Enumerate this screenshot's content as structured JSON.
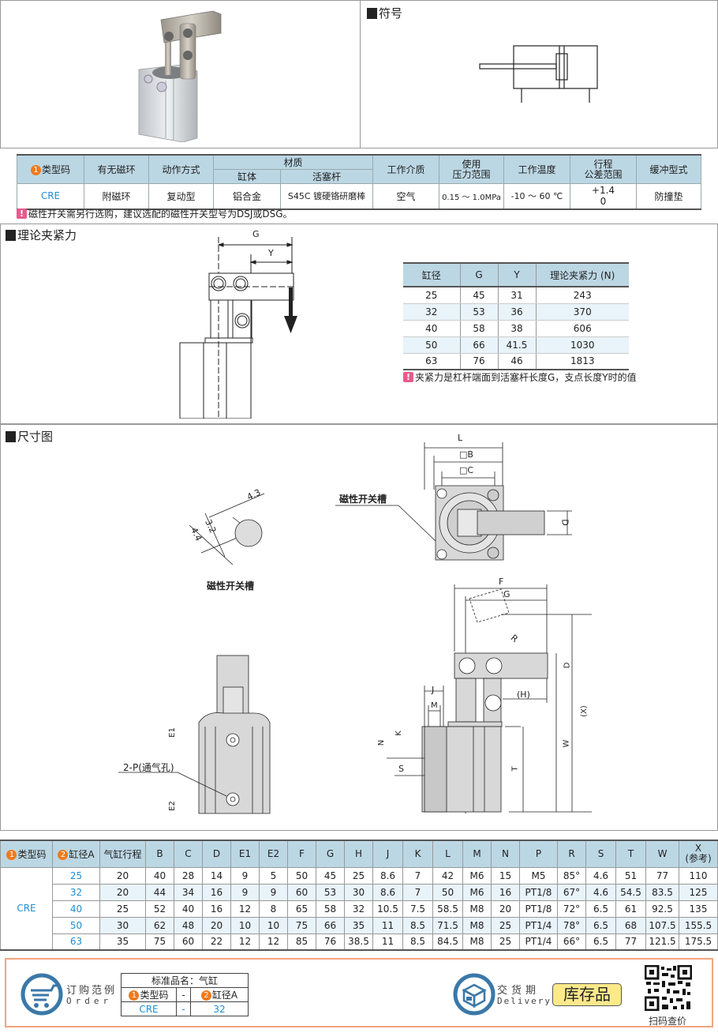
{
  "symbol_section": {
    "title": "符号"
  },
  "spec_table": {
    "headers": {
      "type_code": "类型码",
      "type_code_num": "1",
      "magnet": "有无磁环",
      "action": "动作方式",
      "material": "材质",
      "body": "缸体",
      "rod": "活塞杆",
      "medium": "工作介质",
      "pressure": "使用\n压力范围",
      "pressure_l1": "使用",
      "pressure_l2": "压力范围",
      "temp": "工作温度",
      "stroke_l1": "行程",
      "stroke_l2": "公差范围",
      "cushion": "缓冲型式"
    },
    "row": {
      "type_code": "CRE",
      "magnet": "附磁环",
      "action": "复动型",
      "body": "铝合金",
      "rod": "S45C 镀硬铬研磨棒",
      "medium": "空气",
      "pressure": "0.15 ～ 1.0MPa",
      "temp": "-10 ～ 60 ℃",
      "stroke_upper": "+1.4",
      "stroke_lower": "0",
      "cushion": "防撞垫"
    },
    "note": "磁性开关需另行选购，建议选配的磁性开关型号为DSJ或DSG。"
  },
  "force_section": {
    "title": "理论夹紧力",
    "diagram_labels": {
      "g": "G",
      "y": "Y"
    },
    "table": {
      "headers": [
        "缸径",
        "G",
        "Y",
        "理论夹紧力 (N)"
      ],
      "rows": [
        [
          "25",
          "45",
          "31",
          "243"
        ],
        [
          "32",
          "53",
          "36",
          "370"
        ],
        [
          "40",
          "58",
          "38",
          "606"
        ],
        [
          "50",
          "66",
          "41.5",
          "1030"
        ],
        [
          "63",
          "76",
          "46",
          "1813"
        ]
      ]
    },
    "note": "夹紧力是杠杆端面到活塞杆长度G，支点长度Y时的值"
  },
  "dimension_section": {
    "title": "尺寸图",
    "slot_detail": {
      "label": "磁性开关槽",
      "d1": "4.3",
      "d2": "3.2",
      "d3": "4.4"
    },
    "top_view": {
      "slot_label": "磁性开关槽",
      "l": "L",
      "b": "□B",
      "c": "□C",
      "d": "D"
    },
    "front_view": {
      "port_label": "2-P(通气孔)",
      "e1": "E1",
      "e2": "E2"
    },
    "side_view": {
      "f": "F",
      "g": "G",
      "r": "R",
      "d": "D",
      "h": "(H)",
      "j": "J",
      "m": "M",
      "k": "K",
      "n": "N",
      "s": "S",
      "t": "T",
      "w": "W",
      "x": "(X)"
    }
  },
  "dim_table": {
    "headers": [
      "类型码",
      "缸径A",
      "气缸行程",
      "B",
      "C",
      "D",
      "E1",
      "E2",
      "F",
      "G",
      "H",
      "J",
      "K",
      "L",
      "M",
      "N",
      "P",
      "R",
      "S",
      "T",
      "W",
      "X"
    ],
    "x_sub": "(参考)",
    "type_code": "CRE",
    "rows": [
      [
        "25",
        "20",
        "40",
        "28",
        "14",
        "9",
        "5",
        "50",
        "45",
        "25",
        "8.6",
        "7",
        "42",
        "M6",
        "15",
        "M5",
        "85°",
        "4.6",
        "51",
        "77",
        "110"
      ],
      [
        "32",
        "20",
        "44",
        "34",
        "16",
        "9",
        "9",
        "60",
        "53",
        "30",
        "8.6",
        "7",
        "50",
        "M6",
        "16",
        "PT1/8",
        "67°",
        "4.6",
        "54.5",
        "83.5",
        "125"
      ],
      [
        "40",
        "25",
        "52",
        "40",
        "16",
        "12",
        "8",
        "65",
        "58",
        "32",
        "10.5",
        "7.5",
        "58.5",
        "M8",
        "20",
        "PT1/8",
        "72°",
        "6.5",
        "61",
        "92.5",
        "135"
      ],
      [
        "50",
        "30",
        "62",
        "48",
        "20",
        "10",
        "10",
        "75",
        "66",
        "35",
        "11",
        "8.5",
        "71.5",
        "M8",
        "25",
        "PT1/4",
        "78°",
        "6.5",
        "68",
        "107.5",
        "155.5"
      ],
      [
        "63",
        "35",
        "75",
        "60",
        "22",
        "12",
        "12",
        "85",
        "76",
        "38.5",
        "11",
        "8.5",
        "84.5",
        "M8",
        "25",
        "PT1/4",
        "66°",
        "6.5",
        "77",
        "121.5",
        "175.5"
      ]
    ]
  },
  "order": {
    "title_cn": "订购范例",
    "title_en": "Order",
    "std_name": "标准品名：气缸",
    "col1": "类型码",
    "col2": "缸径A",
    "sep": "-",
    "val1": "CRE",
    "val2": "32"
  },
  "delivery": {
    "title_cn": "交货期",
    "title_en": "Delivery",
    "status": "库存品",
    "qr_label": "扫码查价"
  },
  "colors": {
    "header_bg": "#bcd7e4",
    "accent_blue": "#1e8fd0",
    "orange": "#f07a1c",
    "pink": "#e85a8c",
    "order_border": "#f3a57e",
    "icon_blue": "#3a78a8",
    "stock_bg": "#fce98a"
  }
}
